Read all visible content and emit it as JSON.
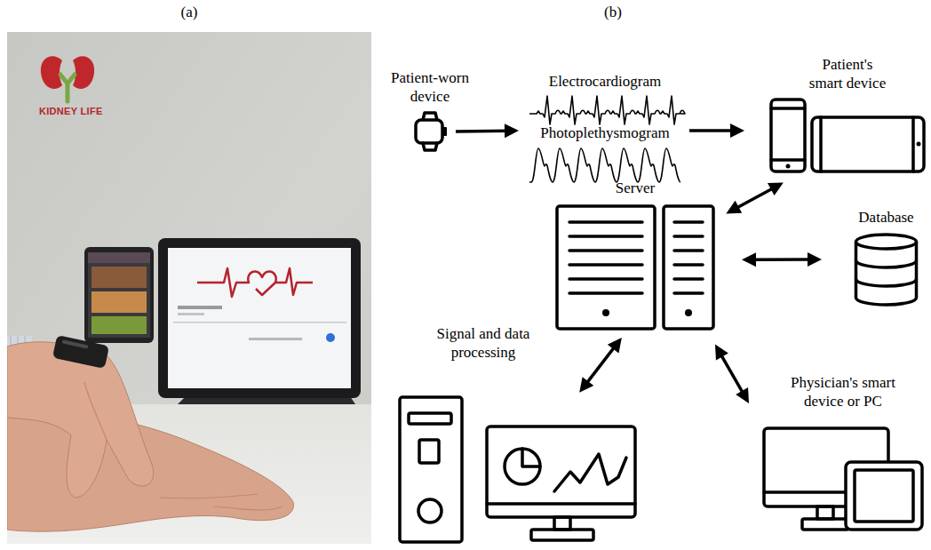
{
  "diagram": {
    "nodes": [
      {
        "text": [
          "Patient-worn device"
        ]
      },
      {
        "text": [
          "Electrocardiogram",
          "Photoplethysmogram"
        ]
      },
      {
        "text": [
          "Patient's smart device"
        ]
      },
      {
        "text": [
          "Server"
        ]
      },
      {
        "text": [
          "Database"
        ]
      },
      {
        "text": [
          "Signal and data processing"
        ]
      },
      {
        "text": [
          "Physician's smart device or PC"
        ]
      }
    ],
    "edges": [
      {
        "from": 0,
        "to": 1,
        "arrow": "to"
      },
      {
        "from": 1,
        "to": 2,
        "arrow": "to"
      },
      {
        "from": 2,
        "to": 3,
        "arrow": "both"
      },
      {
        "from": 3,
        "to": 4,
        "arrow": "both"
      },
      {
        "from": 3,
        "to": 5,
        "arrow": "both"
      },
      {
        "from": 3,
        "to": 6,
        "arrow": "both"
      }
    ],
    "labels": [
      "(a)",
      "(b)",
      "KIDNEY LIFE"
    ]
  }
}
